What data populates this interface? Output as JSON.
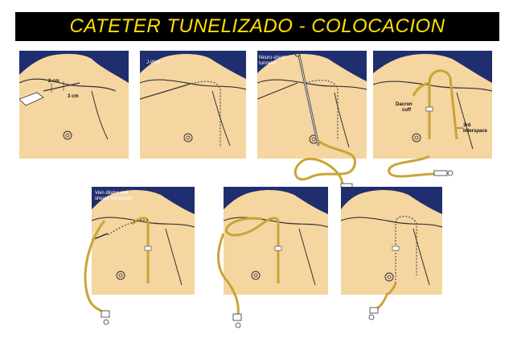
{
  "title": "CATETER TUNELIZADO - COLOCACION",
  "colors": {
    "title_bg": "#000000",
    "title_text": "#ffe000",
    "skin": "#f5d5a0",
    "background": "#1e2e6e",
    "catheter": "#c9a437",
    "outline": "#333333"
  },
  "panels": [
    {
      "step": 1,
      "labels": {
        "a": "2 cm",
        "b": "3 cm"
      }
    },
    {
      "step": 2,
      "labels": {
        "a": "J-Wire"
      }
    },
    {
      "step": 3,
      "labels": {
        "a": "Neuro-shunt",
        "b": "tunneler"
      }
    },
    {
      "step": 4,
      "labels": {
        "a": "Dacron",
        "b": "cuff",
        "c": "3rd",
        "d": "Interspace"
      }
    },
    {
      "step": 5,
      "labels": {
        "a": "Vein dilator and",
        "b": "sheath introducer"
      }
    },
    {
      "step": 6,
      "labels": {}
    },
    {
      "step": 7,
      "labels": {}
    }
  ]
}
